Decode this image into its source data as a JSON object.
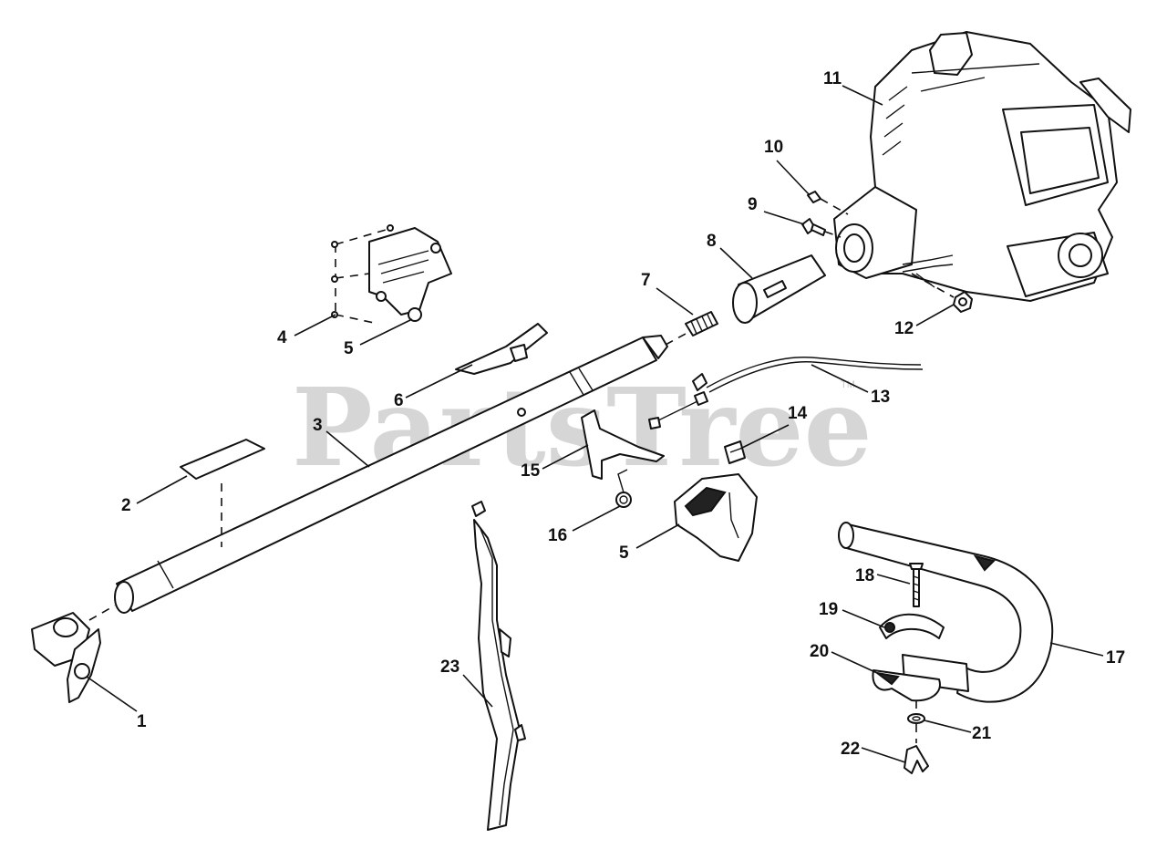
{
  "watermark": {
    "text": "PartsTree",
    "mark": "TM"
  },
  "callouts": {
    "c1": "1",
    "c2": "2",
    "c3": "3",
    "c4": "4",
    "c5a": "5",
    "c5b": "5",
    "c6": "6",
    "c7": "7",
    "c8": "8",
    "c9": "9",
    "c10": "10",
    "c11": "11",
    "c12": "12",
    "c13": "13",
    "c14": "14",
    "c15": "15",
    "c16": "16",
    "c17": "17",
    "c18": "18",
    "c19": "19",
    "c20": "20",
    "c21": "21",
    "c22": "22",
    "c23": "23"
  },
  "colors": {
    "line": "#111111",
    "watermark": "#c9c9c9",
    "background": "#ffffff"
  }
}
